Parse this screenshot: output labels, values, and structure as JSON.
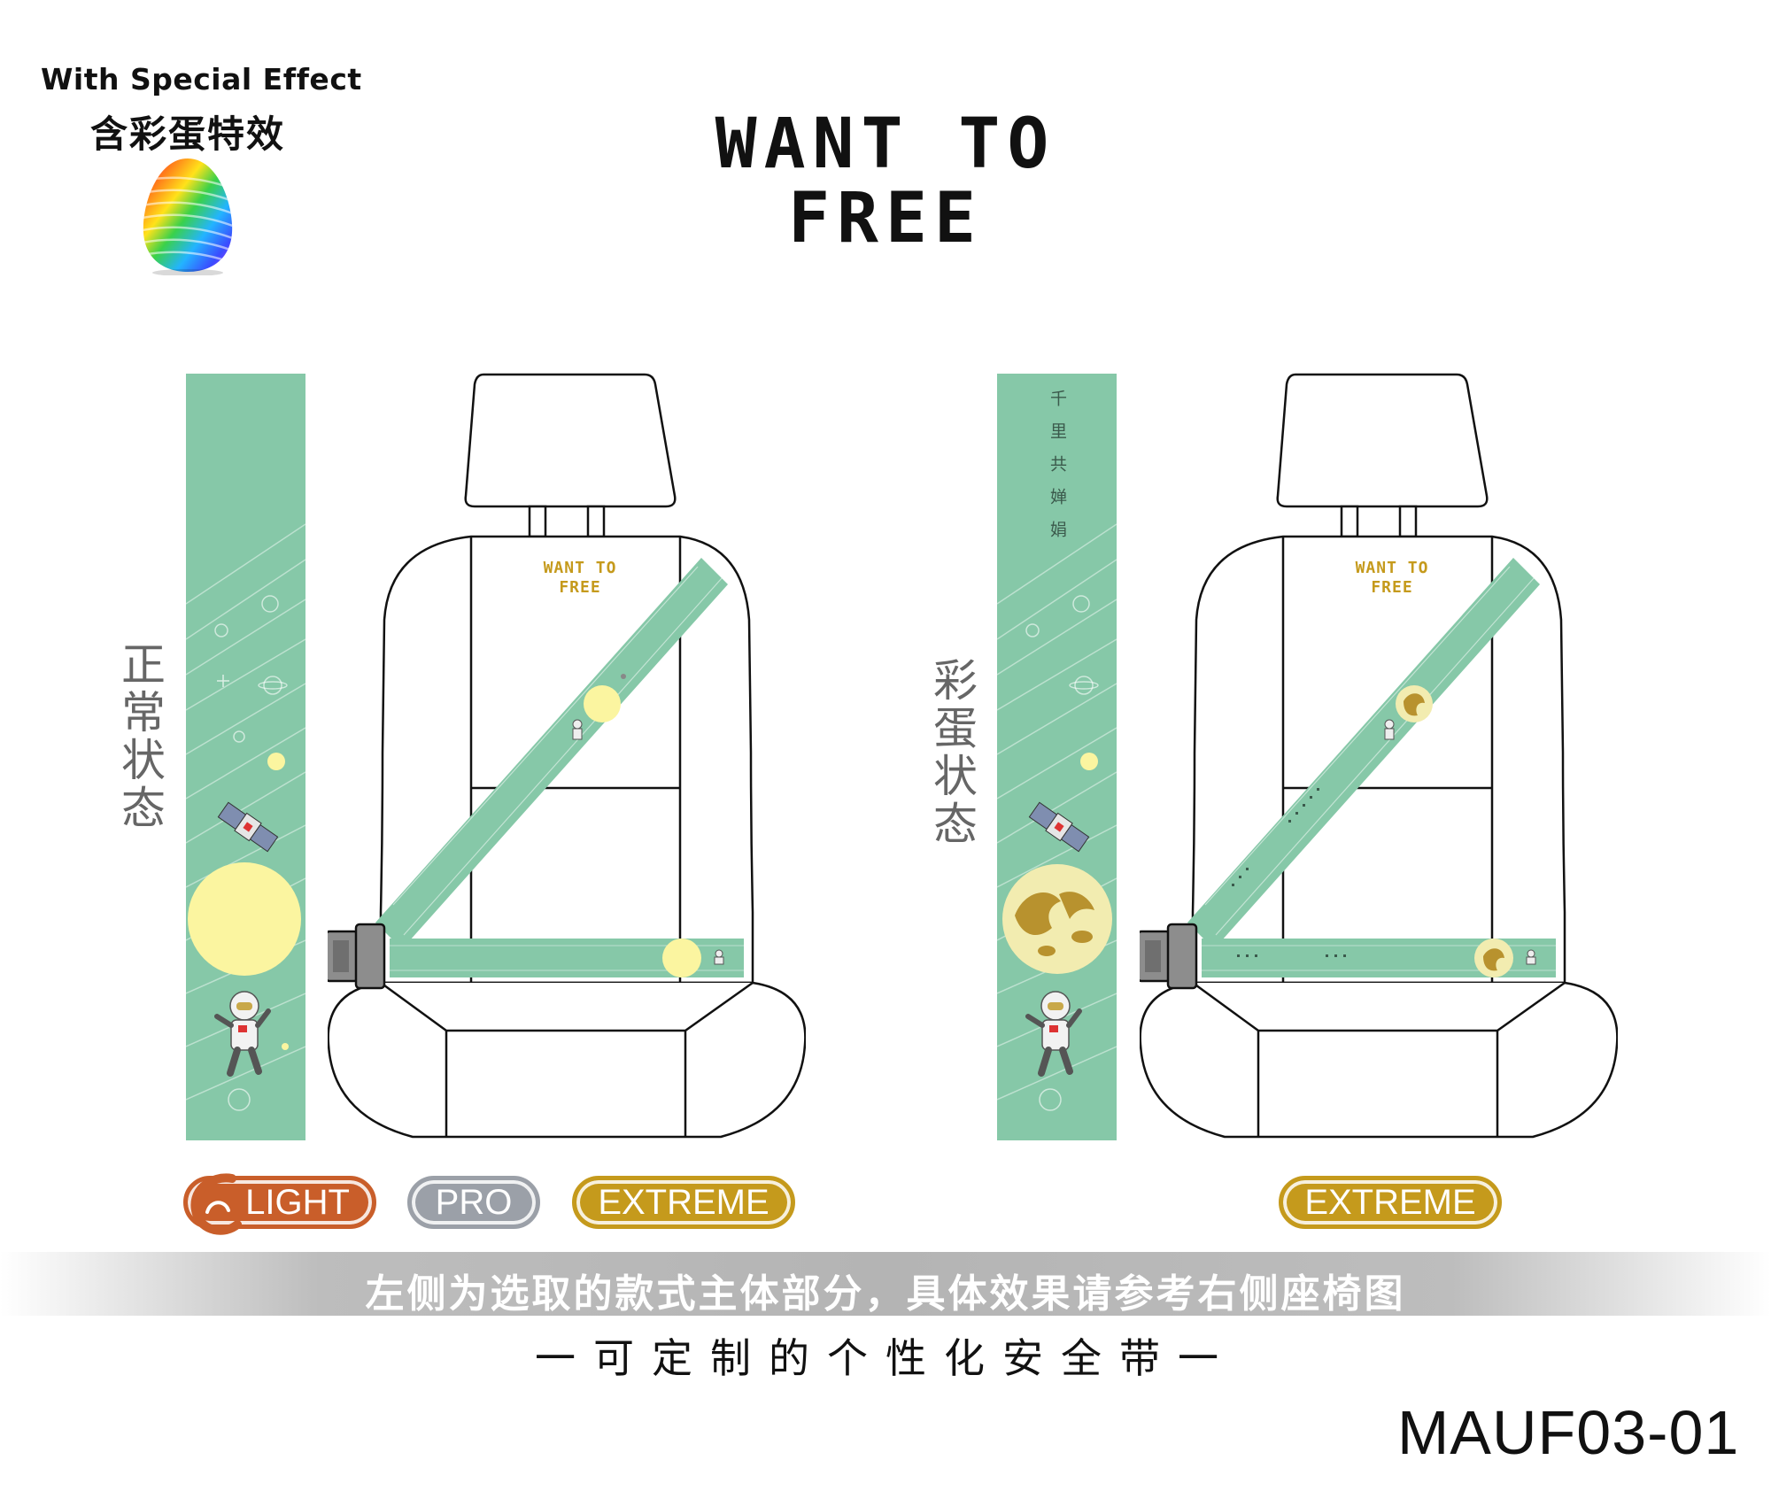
{
  "badge": {
    "title_en": "With Special Effect",
    "title_cn": "含彩蛋特效",
    "icon": "rainbow-egg-icon"
  },
  "brand": {
    "line1": "WANT TO",
    "line2": "FREE"
  },
  "states": {
    "normal": "正常状态",
    "special": "彩蛋状态"
  },
  "strip_special_text": "千里共婵娟",
  "seat_logo": {
    "line1": "WANT TO",
    "line2": "FREE"
  },
  "tiers": {
    "light": "LIGHT",
    "pro": "PRO",
    "extreme": "EXTREME",
    "extreme_right": "EXTREME"
  },
  "note": "左侧为选取的款式主体部分，具体效果请参考右侧座椅图",
  "tagline": "一可定制的个性化安全带一",
  "model_code": "MAUF03-01",
  "colors": {
    "belt_green": "#86c8a8",
    "moon_yellow": "#fbf5a0",
    "gold": "#c59a1c",
    "light_orange": "#c95e2a",
    "pro_gray": "#9ba0a8"
  }
}
